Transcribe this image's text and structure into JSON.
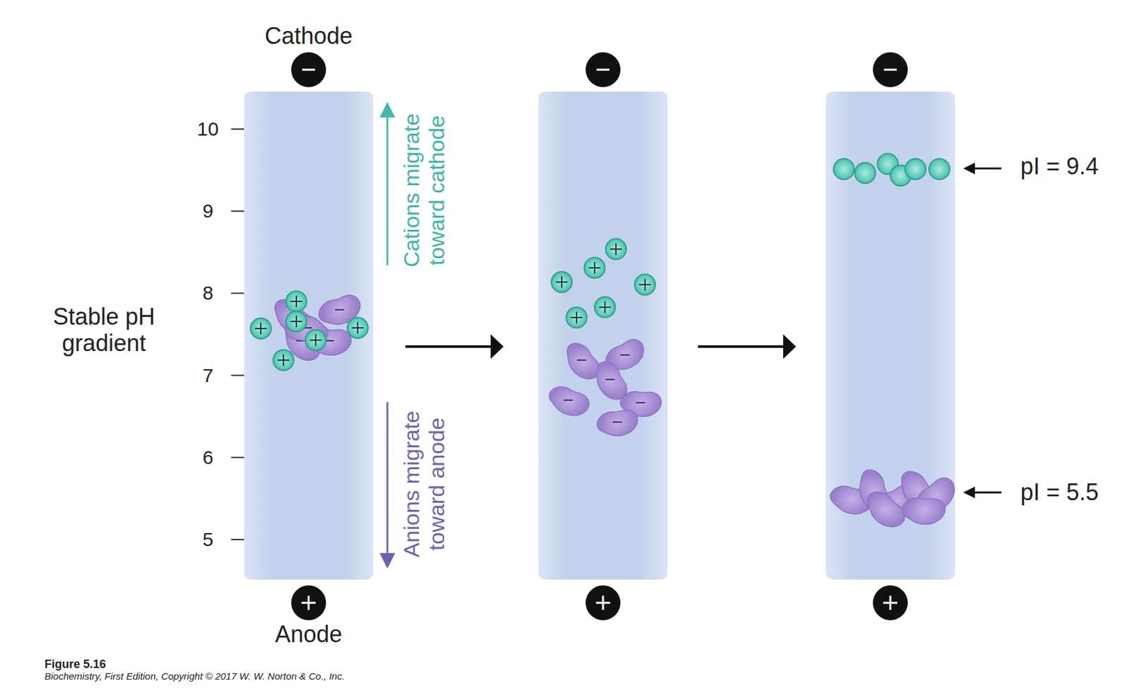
{
  "diagram": {
    "caption": "Figure 5.16",
    "labels": [
      "Cathode",
      "Anode",
      "10",
      "9",
      "8",
      "7",
      "6",
      "5",
      "Stable pH gradient",
      "Cations migrate toward cathode",
      "Anions migrate toward anode",
      "pI = 9.4",
      "pI = 5.5",
      "Biochemistry, First Edition, Copyright © 2017 W. W. Norton & Co., Inc."
    ]
  }
}
